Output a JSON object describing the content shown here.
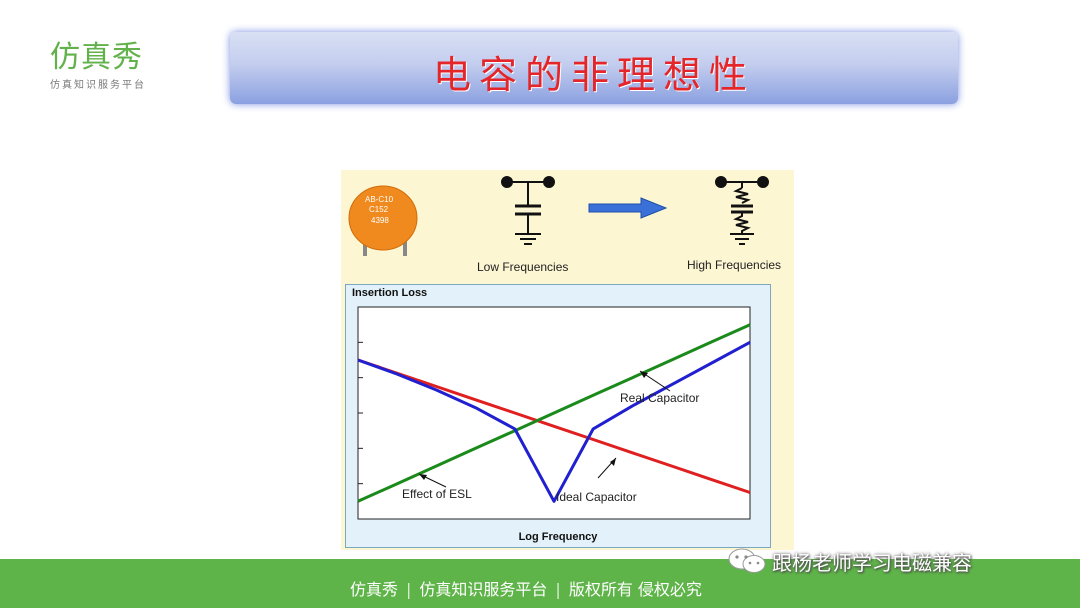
{
  "logo": {
    "name": "仿真秀",
    "tagline": "仿真知识服务平台"
  },
  "title": "电容的非理想性",
  "figure": {
    "capacitor_marking": [
      "AB-C10",
      "C152",
      "4398"
    ],
    "low_label": "Low Frequencies",
    "high_label": "High Frequencies",
    "colors": {
      "capacitor": "#f08a1e",
      "arrow": "#3a70d8"
    }
  },
  "chart_data": {
    "type": "line",
    "title": "Insertion Loss",
    "xlabel": "Log Frequency",
    "ylabel": "",
    "x": [
      0,
      1,
      2,
      3,
      4,
      5,
      6,
      7,
      8,
      9,
      10
    ],
    "series": [
      {
        "name": "Ideal Capacitor",
        "color": "#e02020",
        "values": [
          9.0,
          8.25,
          7.5,
          6.75,
          6.0,
          5.25,
          4.5,
          3.75,
          3.0,
          2.25,
          1.5
        ]
      },
      {
        "name": "Effect of ESL",
        "color": "#1a8a1a",
        "values": [
          1.0,
          2.0,
          3.0,
          4.0,
          5.0,
          6.0,
          7.0,
          8.0,
          9.0,
          10.0,
          11.0
        ]
      },
      {
        "name": "Real Capacitor",
        "color": "#2020d0",
        "values": [
          9.0,
          8.2,
          7.3,
          6.3,
          5.1,
          1.0,
          5.1,
          6.4,
          7.6,
          8.8,
          10.0
        ]
      }
    ],
    "annotations": [
      "Real Capacitor",
      "Ideal Capacitor",
      "Effect of ESL"
    ],
    "ylim": [
      0,
      12
    ],
    "xlim": [
      0,
      10
    ],
    "grid": false,
    "legend": "none"
  },
  "footer": {
    "brand": "仿真秀",
    "platform": "仿真知识服务平台",
    "rights": "版权所有 侵权必究"
  },
  "watermark": "跟杨老师学习电磁兼容"
}
